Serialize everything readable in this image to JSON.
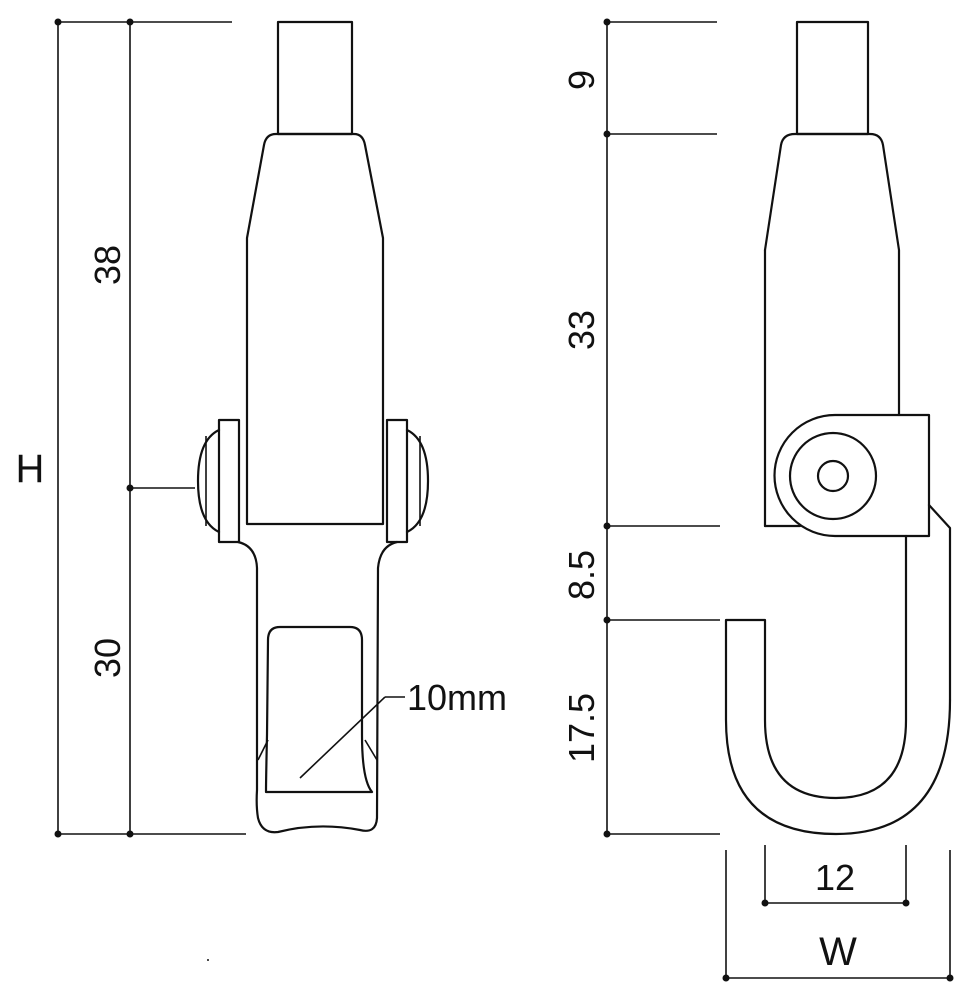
{
  "front_view": {
    "overall_label": "H",
    "upper_dimension": "38",
    "lower_dimension": "30",
    "width_callout": "10mm"
  },
  "side_view": {
    "top_dimension": "9",
    "body_dimension": "33",
    "gap_dimension": "8.5",
    "hook_dimension": "17.5",
    "inner_width": "12",
    "overall_width_label": "W"
  }
}
